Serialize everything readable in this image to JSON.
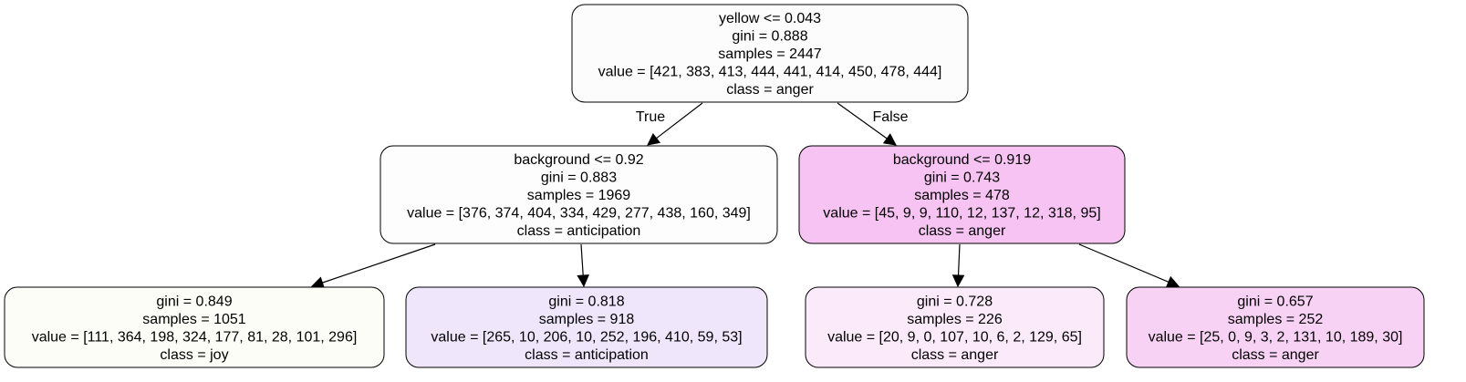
{
  "tree": {
    "nodes": [
      {
        "id": "n0",
        "fill": "#fcfcfc",
        "lines": [
          "yellow <= 0.043",
          "gini = 0.888",
          "samples = 2447",
          "value = [421, 383, 413, 444, 441, 414, 450, 478, 444]",
          "class = anger"
        ]
      },
      {
        "id": "n1",
        "fill": "#fdfdfd",
        "lines": [
          "background <= 0.92",
          "gini = 0.883",
          "samples = 1969",
          "value = [376, 374, 404, 334, 429, 277, 438, 160, 349]",
          "class = anticipation"
        ]
      },
      {
        "id": "n2",
        "fill": "#f6c3f2",
        "lines": [
          "background <= 0.919",
          "gini = 0.743",
          "samples = 478",
          "value = [45, 9, 9, 110, 12, 137, 12, 318, 95]",
          "class = anger"
        ]
      },
      {
        "id": "n3",
        "fill": "#fcfdf6",
        "lines": [
          "gini = 0.849",
          "samples = 1051",
          "value = [111, 364, 198, 324, 177, 81, 28, 101, 296]",
          "class = joy"
        ]
      },
      {
        "id": "n4",
        "fill": "#efe6fb",
        "lines": [
          "gini = 0.818",
          "samples = 918",
          "value = [265, 10, 206, 10, 252, 196, 410, 59, 53]",
          "class = anticipation"
        ]
      },
      {
        "id": "n5",
        "fill": "#fbeafa",
        "lines": [
          "gini = 0.728",
          "samples = 226",
          "value = [20, 9, 0, 107, 10, 6, 2, 129, 65]",
          "class = anger"
        ]
      },
      {
        "id": "n6",
        "fill": "#f7d2f4",
        "lines": [
          "gini = 0.657",
          "samples = 252",
          "value = [25, 0, 9, 3, 2, 131, 10, 189, 30]",
          "class = anger"
        ]
      }
    ],
    "edges": [
      {
        "from": "n0",
        "to": "n1",
        "label": "True"
      },
      {
        "from": "n0",
        "to": "n2",
        "label": "False"
      },
      {
        "from": "n1",
        "to": "n3",
        "label": ""
      },
      {
        "from": "n1",
        "to": "n4",
        "label": ""
      },
      {
        "from": "n2",
        "to": "n5",
        "label": ""
      },
      {
        "from": "n2",
        "to": "n6",
        "label": ""
      }
    ]
  }
}
